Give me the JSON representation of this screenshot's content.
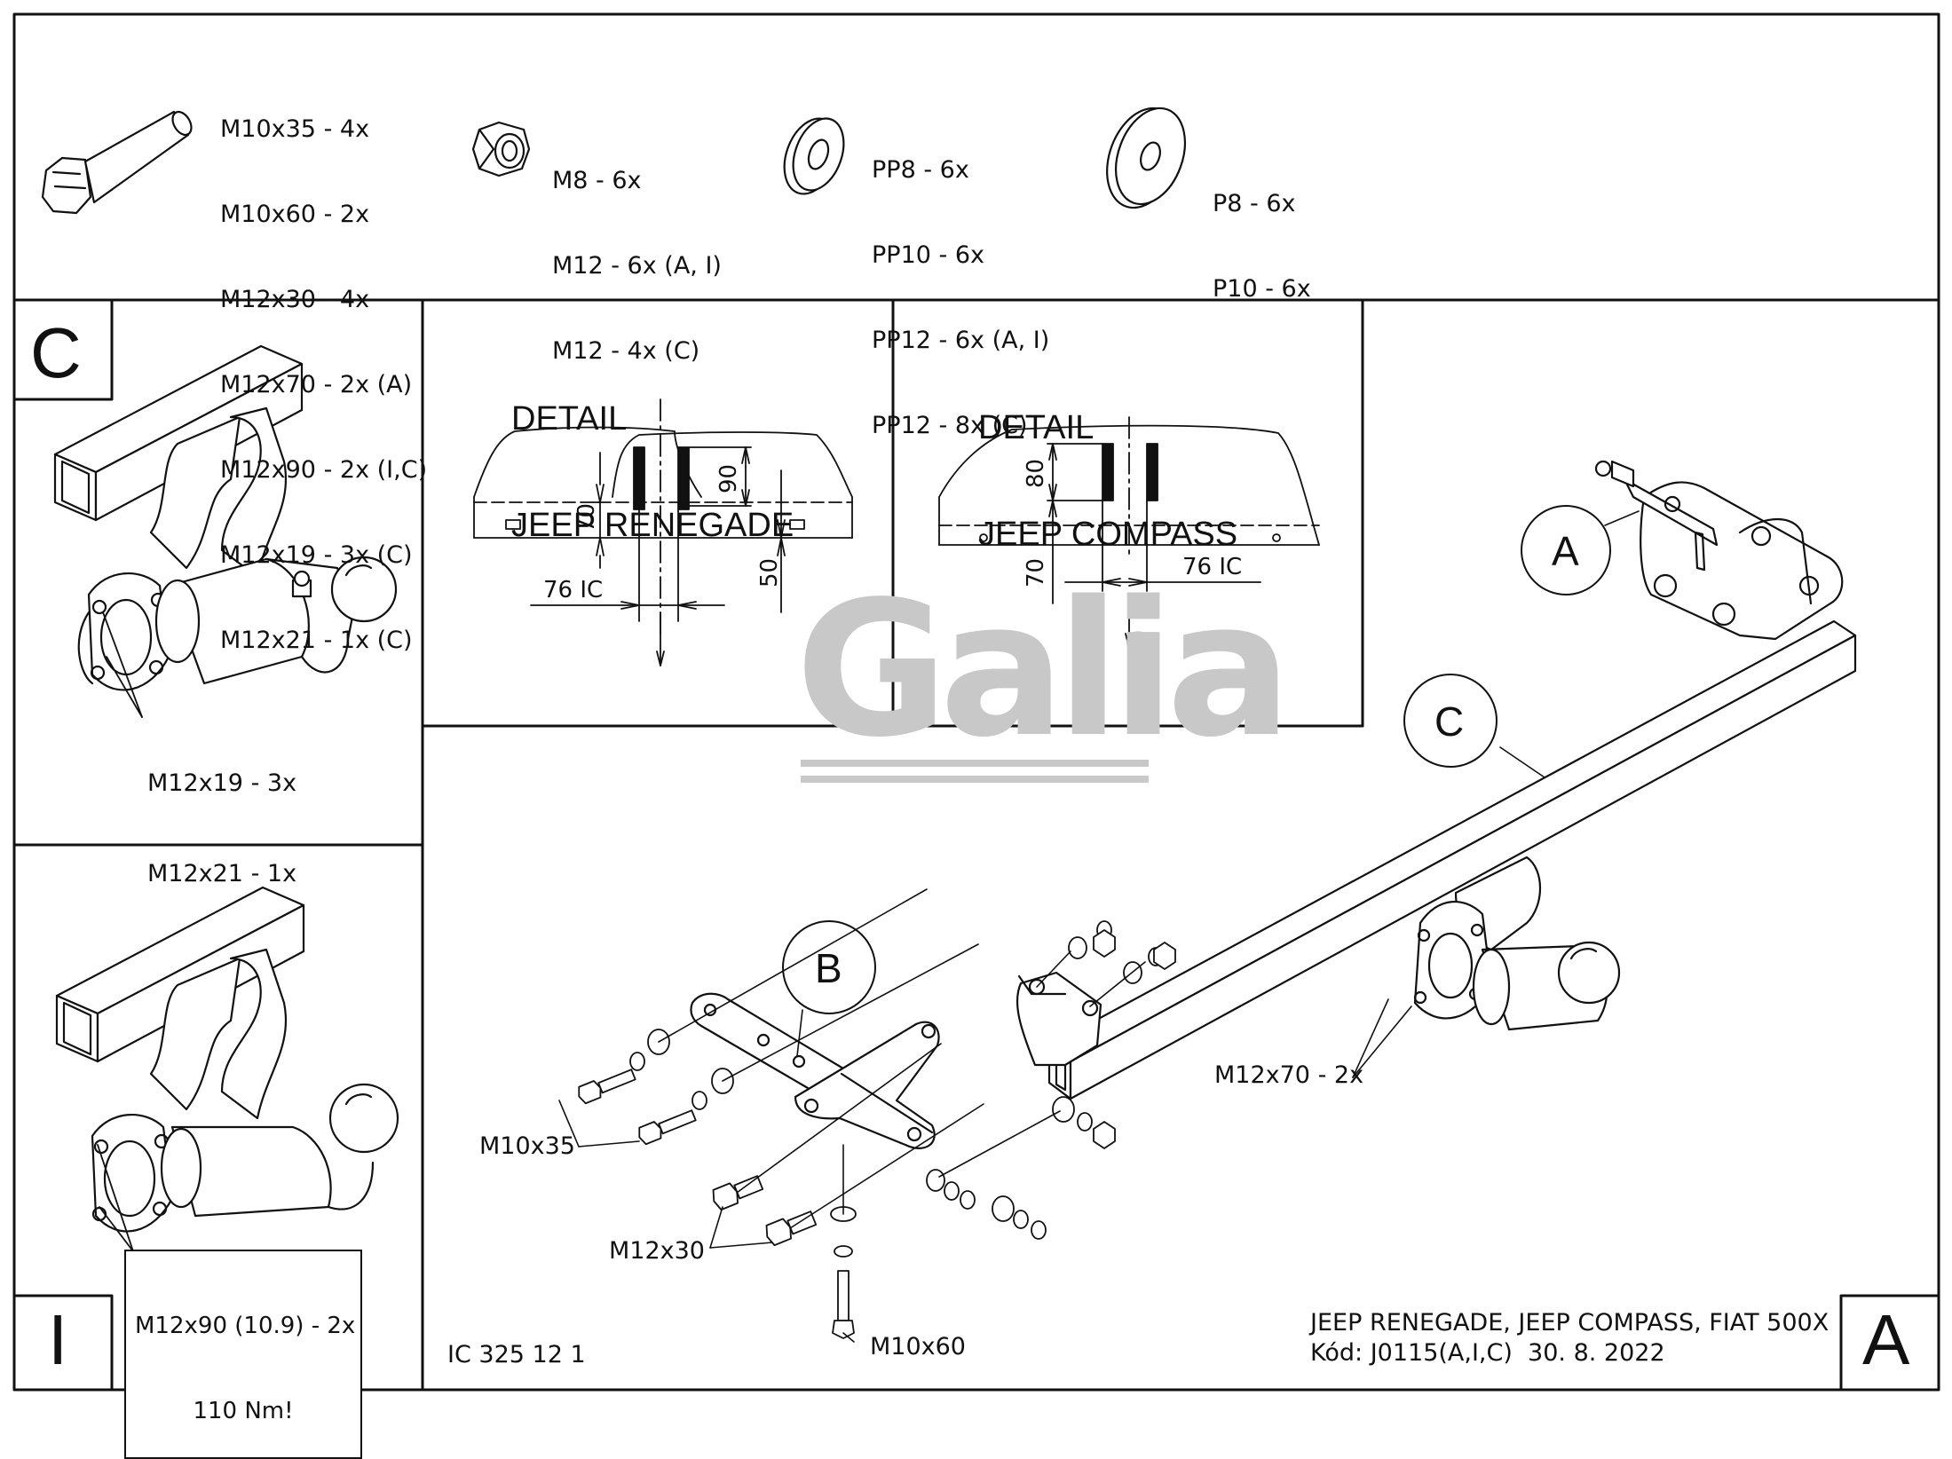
{
  "hardware": {
    "bolts": [
      "M10x35 - 4x",
      "M10x60 - 2x",
      "M12x30 - 4x",
      "M12x70 - 2x (A)",
      "M12x90 - 2x (I,C)",
      "M12x19 - 3x (C)",
      "M12x21 - 1x (C)"
    ],
    "nuts": [
      "M8 - 6x",
      "M12 - 6x (A, I)",
      "M12 - 4x (C)"
    ],
    "spring_washers": [
      "PP8 - 6x",
      "PP10 - 6x",
      "PP12 - 6x (A, I)",
      "PP12 - 8x (C)"
    ],
    "flat_washers": [
      "P8 - 6x",
      "P10 - 6x"
    ]
  },
  "variant_c": {
    "corner": "C",
    "bolt_labels": [
      "M12x19 - 3x",
      "M12x21 - 1x"
    ]
  },
  "variant_i": {
    "corner": "I",
    "bolt_note": [
      "M12x90 (10.9) - 2x",
      "110 Nm!"
    ]
  },
  "detail_renegade": {
    "title": [
      "DETAIL",
      "JEEP RENEGADE"
    ],
    "dims": {
      "d70": "70",
      "d90": "90",
      "d50": "50",
      "d76": "76 IC"
    }
  },
  "detail_compass": {
    "title": [
      "DETAIL",
      "JEEP COMPASS"
    ],
    "dims": {
      "d80": "80",
      "d70": "70",
      "d76": "76 IC"
    }
  },
  "logo": {
    "text": "Galia",
    "mark": "®"
  },
  "main": {
    "callouts": {
      "a": "A",
      "b": "B",
      "c": "C"
    },
    "labels": {
      "m10x35": "M10x35",
      "m12x30": "M12x30",
      "m10x60": "M10x60",
      "m12x70": "M12x70 - 2x"
    },
    "corner": "A"
  },
  "footer": {
    "code_left": "IC 325 12 1",
    "vehicles": "JEEP RENEGADE, JEEP COMPASS, FIAT 500X",
    "code": "Kód: J0115(A,I,C)  30. 8. 2022"
  }
}
